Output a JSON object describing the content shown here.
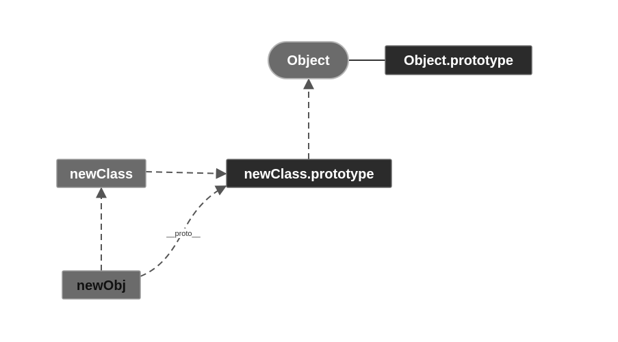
{
  "nodes": {
    "object": {
      "label": "Object"
    },
    "object_prototype": {
      "label": "Object.prototype"
    },
    "newclass": {
      "label": "newClass"
    },
    "newclass_prototype": {
      "label": "newClass.prototype"
    },
    "newobj": {
      "label": "newObj"
    }
  },
  "edges": {
    "newobj_to_prototype": {
      "label": "__proto__"
    }
  },
  "colors": {
    "node_gray": "#6b6b6b",
    "node_dark": "#2b2b2b",
    "edge": "#555555"
  }
}
